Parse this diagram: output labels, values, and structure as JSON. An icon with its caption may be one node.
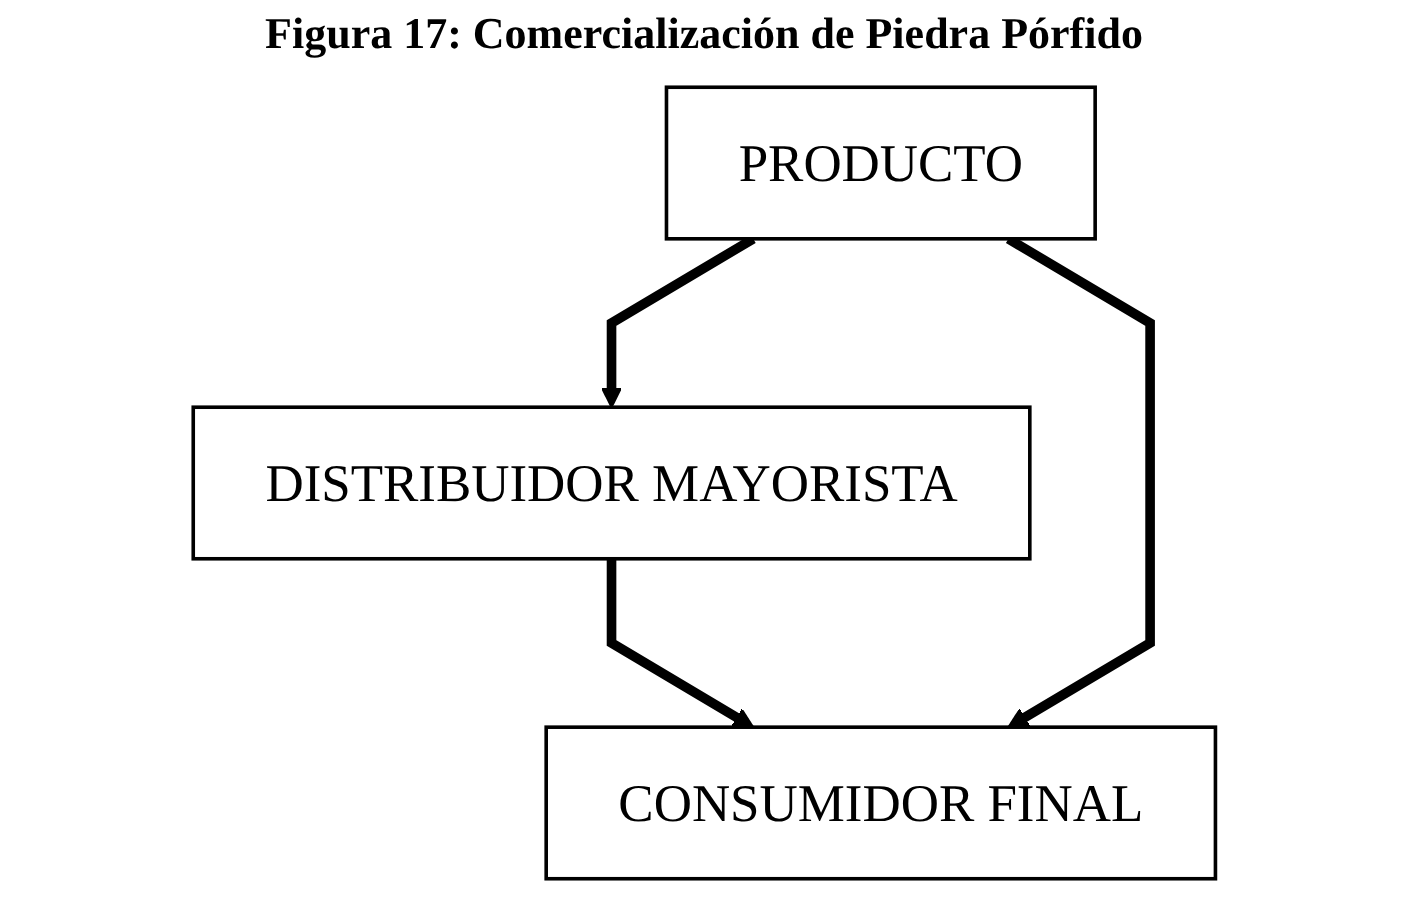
{
  "diagram": {
    "title": "Figura 17: Comercialización de Piedra Pórfido",
    "nodes": [
      {
        "text": [
          "PRODUCTO"
        ]
      },
      {
        "text": [
          "DISTRIBUIDOR MAYORISTA"
        ]
      },
      {
        "text": [
          "CONSUMIDOR FINAL"
        ]
      }
    ],
    "edges": [
      {
        "from": 0,
        "to": 1,
        "arrow": "to"
      },
      {
        "from": 1,
        "to": 2,
        "arrow": "to"
      },
      {
        "from": 0,
        "to": 2,
        "arrow": "to"
      }
    ]
  }
}
